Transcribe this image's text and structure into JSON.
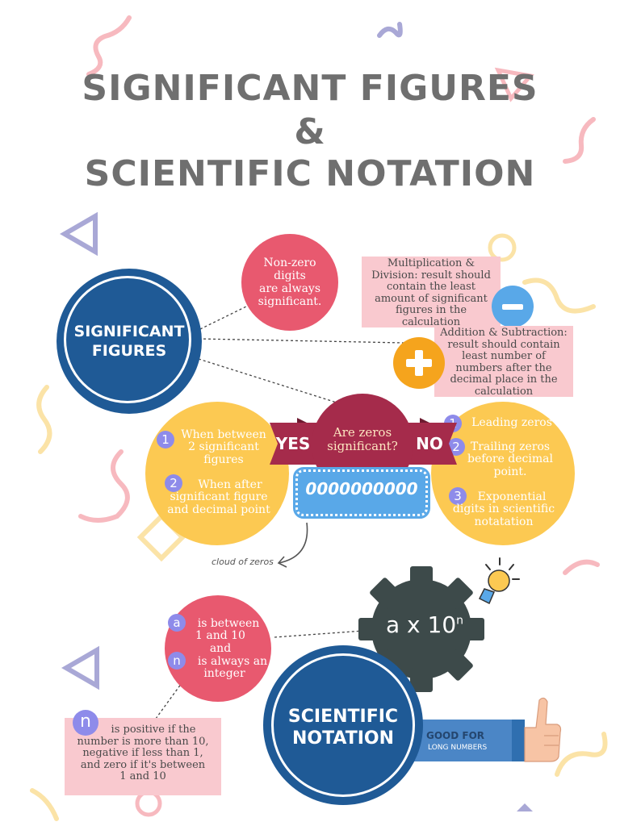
{
  "title": {
    "line1": "SIGNIFICANT FIGURES",
    "amp": "&",
    "line2": "SCIENTIFIC NOTATION"
  },
  "sig_figures_circle": {
    "label_line1": "SIGNIFICANT",
    "label_line2": "FIGURES"
  },
  "nonzero_bubble": {
    "text_line1": "Non-zero",
    "text_line2": "digits",
    "text_line3": "are always",
    "text_line4": "significant."
  },
  "mult_div_box": {
    "lines": [
      "Multiplication &",
      "Division: result should",
      "contain the least",
      "amount of significant",
      "figures in the",
      "calculation"
    ]
  },
  "add_sub_box": {
    "lines": [
      "Addition & Subtraction:",
      "result should contain",
      "least number of",
      "numbers after the",
      "decimal place in the",
      "calculation"
    ]
  },
  "zeros_question": {
    "line1": "Are zeros",
    "line2": "significant?"
  },
  "yes_label": "YES",
  "no_label": "NO",
  "yes_circle": {
    "items": [
      {
        "num": "1",
        "lines": [
          "When between",
          "2 significant",
          "figures"
        ]
      },
      {
        "num": "2",
        "lines": [
          "When after",
          "significant figure",
          "and decimal point"
        ]
      }
    ]
  },
  "no_circle": {
    "items": [
      {
        "num": "1",
        "lines": [
          "Leading zeros"
        ]
      },
      {
        "num": "2",
        "lines": [
          "Trailing zeros",
          "before decimal",
          "point."
        ]
      },
      {
        "num": "3",
        "lines": [
          "Exponential",
          "digits in scientific",
          "notatation"
        ]
      }
    ]
  },
  "zeros_cloud": {
    "text": "0000000000",
    "caption": "cloud of zeros"
  },
  "gear": {
    "formula_base": "a x 10",
    "formula_exp": "n"
  },
  "an_bubble": {
    "a_label": "a",
    "a_text1": "is between",
    "a_text2": "1 and 10",
    "and_text": "and",
    "n_label": "n",
    "n_text1": "is always an",
    "n_text2": "integer"
  },
  "n_box": {
    "n_label": "n",
    "line1": "is positive if the",
    "line2": "number is more than 10,",
    "line3": "negative if less than 1,",
    "line4": "and zero if it's between",
    "line5": "1 and 10"
  },
  "sci_notation_circle": {
    "label_line1": "SCIENTIFIC",
    "label_line2": "NOTATION"
  },
  "good_for": {
    "line1": "GOOD FOR",
    "line2": "LONG NUMBERS"
  },
  "colors": {
    "navy": "#1f5a96",
    "pink": "#e8596f",
    "yellow": "#fcc952",
    "maroon": "#a52b4b",
    "gear": "#3d4a4a",
    "blue_cloud": "#59a8e8"
  }
}
